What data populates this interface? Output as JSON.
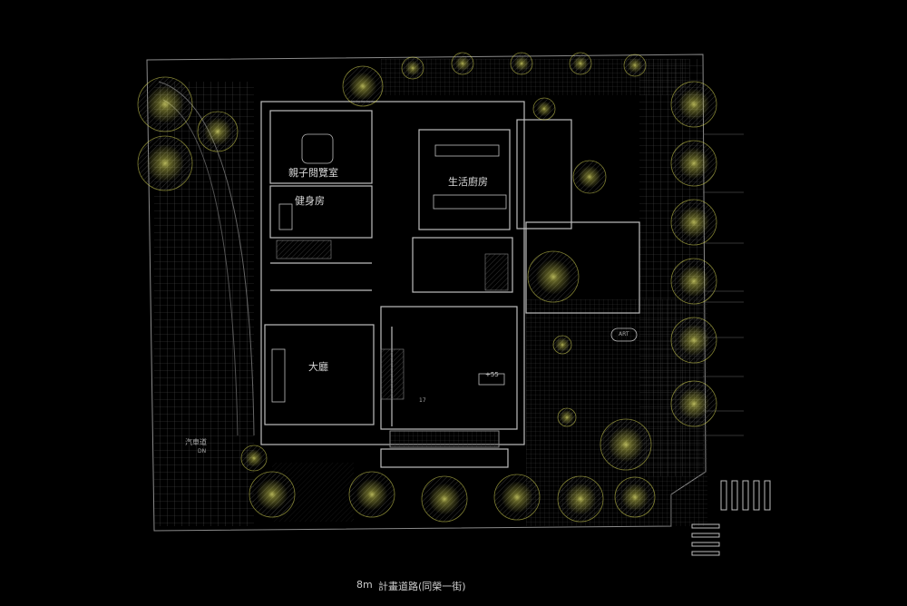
{
  "plan": {
    "rooms": {
      "reading_room": "親子閱覽室",
      "gym": "健身房",
      "kitchen": "生活廚房",
      "lobby": "大廳",
      "driveway": "汽車道",
      "driveway_sub": "DN",
      "multi_room_tag": "+55",
      "art": "ART",
      "room_number": "17"
    },
    "road_width": "8m",
    "road_name": "計畫道路(同榮一街)"
  },
  "colors": {
    "line": "#8a8a8a",
    "tree": "#e8e85a",
    "background": "#000000"
  }
}
